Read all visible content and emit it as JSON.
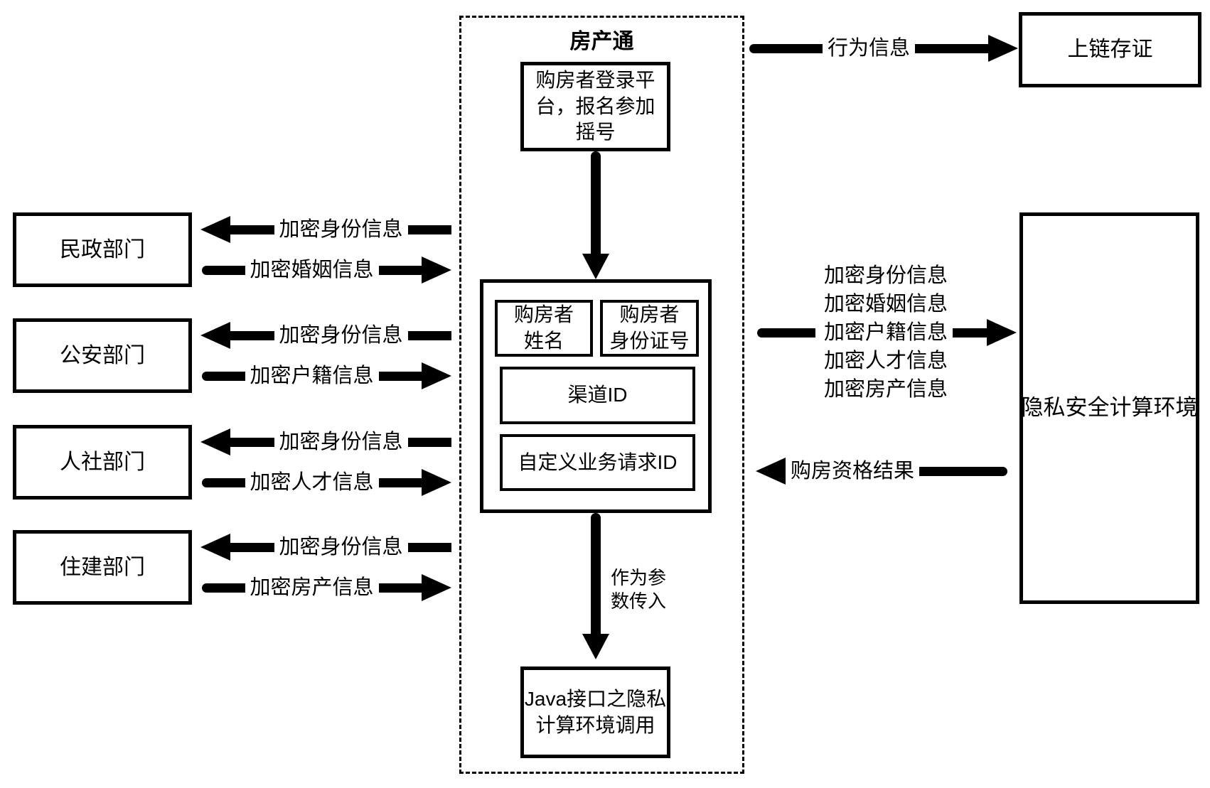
{
  "diagram": {
    "colors": {
      "line": "#000000",
      "background": "#ffffff"
    },
    "center": {
      "title": "房产通",
      "login_box_lines": [
        "购房者登录平",
        "台，报名参加",
        "摇号"
      ],
      "params": {
        "name_lines": [
          "购房者",
          "姓名"
        ],
        "id_lines": [
          "购房者",
          "身份证号"
        ],
        "channel_id": "渠道ID",
        "custom_request_id": "自定义业务请求ID"
      },
      "pass_label_lines": [
        "作为参",
        "数传入"
      ],
      "java_box_lines": [
        "Java接口之隐私",
        "计算环境调用"
      ]
    },
    "departments": [
      {
        "name": "民政部门",
        "in_label": "加密身份信息",
        "out_label": "加密婚姻信息"
      },
      {
        "name": "公安部门",
        "in_label": "加密身份信息",
        "out_label": "加密户籍信息"
      },
      {
        "name": "人社部门",
        "in_label": "加密身份信息",
        "out_label": "加密人才信息"
      },
      {
        "name": "住建部门",
        "in_label": "加密身份信息",
        "out_label": "加密房产信息"
      }
    ],
    "blockchain": {
      "arrow_label": "行为信息",
      "box": "上链存证"
    },
    "privacy_env": {
      "box": "隐私安全计算环境",
      "to_labels": [
        "加密身份信息",
        "加密婚姻信息",
        "加密户籍信息",
        "加密人才信息",
        "加密房产信息"
      ],
      "return_label": "购房资格结果"
    }
  }
}
